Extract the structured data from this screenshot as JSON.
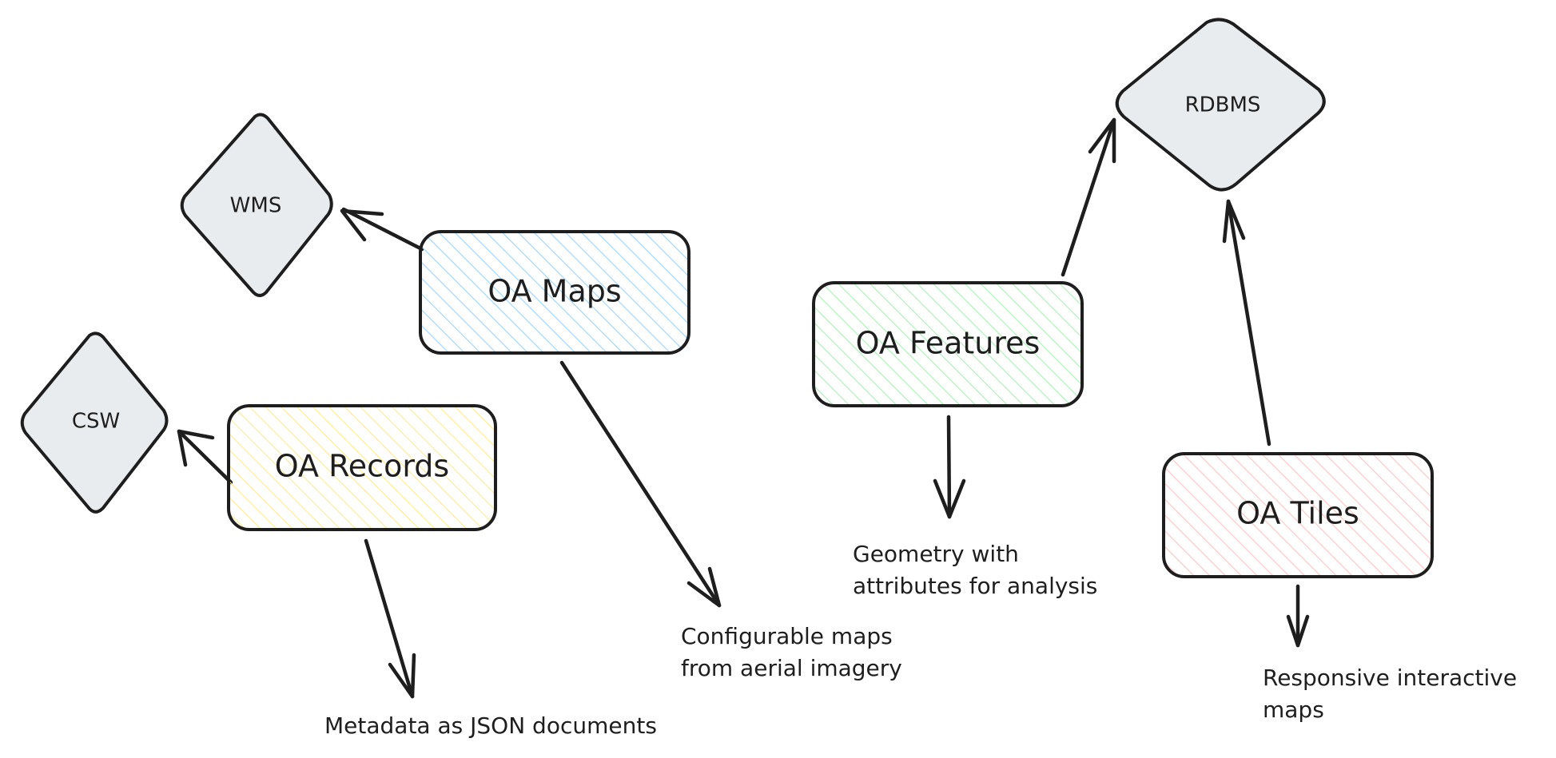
{
  "colors": {
    "stroke": "#1e1e1e",
    "maps_fill": "#a5d8ff",
    "records_fill": "#ffec99",
    "features_fill": "#b2f2bb",
    "tiles_fill": "#ffc9c9",
    "diamond_fill": "#e9ecef"
  },
  "nodes": {
    "maps": {
      "label": "OA Maps"
    },
    "records": {
      "label": "OA Records"
    },
    "features": {
      "label": "OA Features"
    },
    "tiles": {
      "label": "OA Tiles"
    },
    "wms": {
      "label": "WMS"
    },
    "csw": {
      "label": "CSW"
    },
    "rdbms": {
      "label": "RDBMS"
    }
  },
  "notes": {
    "maps": [
      "Configurable maps",
      "from aerial imagery"
    ],
    "records": [
      "Metadata as JSON documents"
    ],
    "features": [
      "Geometry with",
      "attributes for analysis"
    ],
    "tiles": [
      "Responsive interactive",
      "maps"
    ]
  },
  "edges": [
    {
      "from": "maps",
      "to": "wms"
    },
    {
      "from": "maps",
      "to": "maps-note"
    },
    {
      "from": "records",
      "to": "csw"
    },
    {
      "from": "records",
      "to": "records-note"
    },
    {
      "from": "features",
      "to": "rdbms"
    },
    {
      "from": "features",
      "to": "features-note"
    },
    {
      "from": "tiles",
      "to": "rdbms"
    },
    {
      "from": "tiles",
      "to": "tiles-note"
    }
  ]
}
